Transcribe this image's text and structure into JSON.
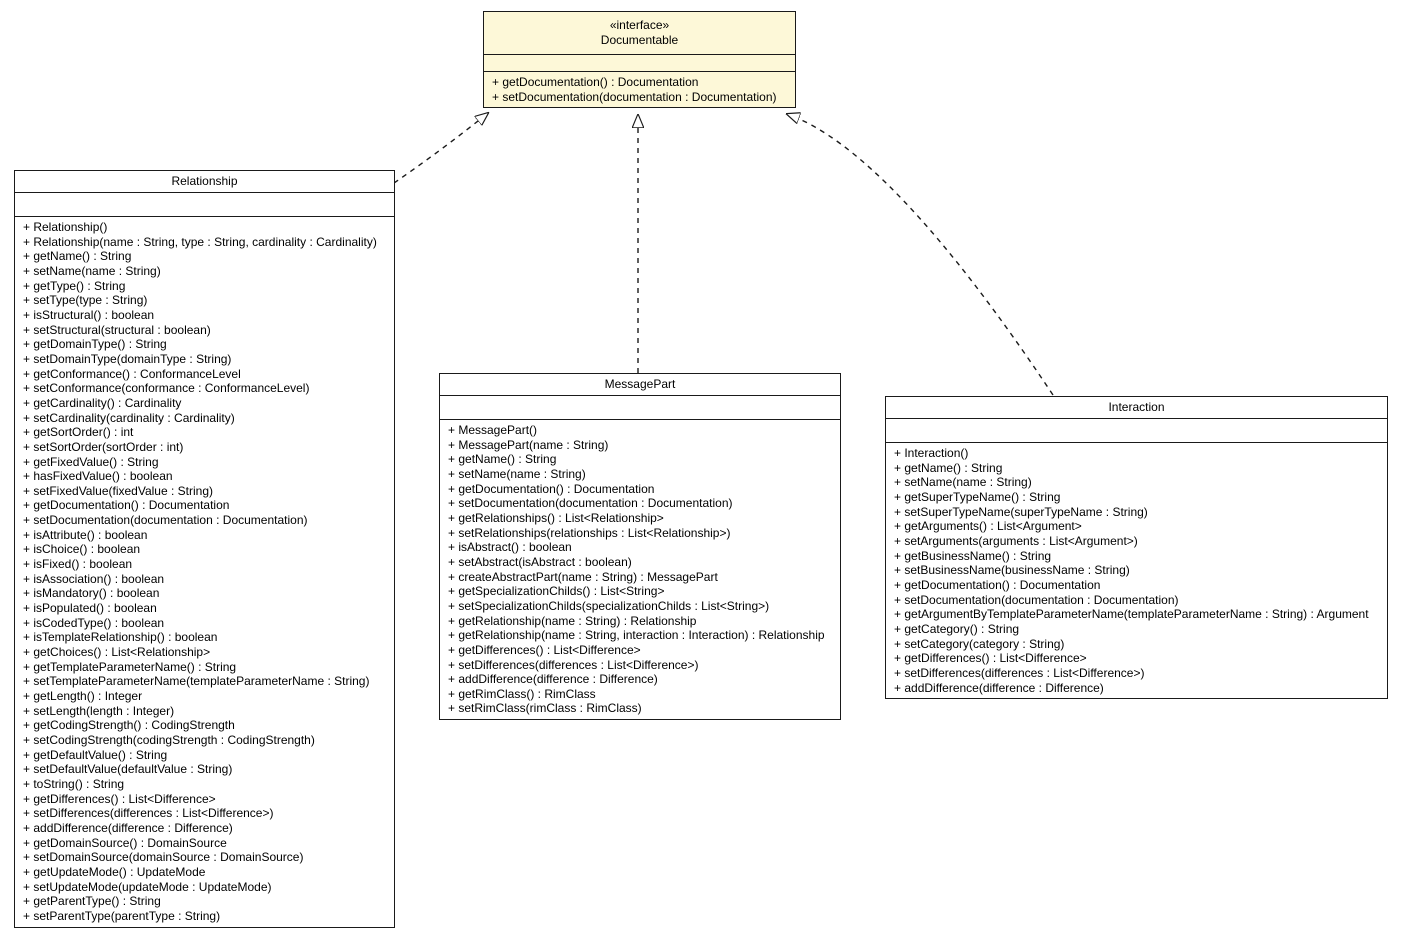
{
  "diagram": {
    "kind": "uml-class-diagram",
    "colors": {
      "interface_fill": "#FDF8D8",
      "class_fill": "#FFFFFF",
      "border": "#1A1A1A",
      "background": "#FFFFFF"
    }
  },
  "interface": {
    "stereotype": "«interface»",
    "name": "Documentable",
    "attributes": [],
    "methods": [
      "+ getDocumentation() : Documentation",
      "+ setDocumentation(documentation : Documentation)"
    ]
  },
  "classes": [
    {
      "name": "Relationship",
      "attributes": [],
      "methods": [
        "+ Relationship()",
        "+ Relationship(name : String, type : String, cardinality : Cardinality)",
        "+ getName() : String",
        "+ setName(name : String)",
        "+ getType() : String",
        "+ setType(type : String)",
        "+ isStructural() : boolean",
        "+ setStructural(structural : boolean)",
        "+ getDomainType() : String",
        "+ setDomainType(domainType : String)",
        "+ getConformance() : ConformanceLevel",
        "+ setConformance(conformance : ConformanceLevel)",
        "+ getCardinality() : Cardinality",
        "+ setCardinality(cardinality : Cardinality)",
        "+ getSortOrder() : int",
        "+ setSortOrder(sortOrder : int)",
        "+ getFixedValue() : String",
        "+ hasFixedValue() : boolean",
        "+ setFixedValue(fixedValue : String)",
        "+ getDocumentation() : Documentation",
        "+ setDocumentation(documentation : Documentation)",
        "+ isAttribute() : boolean",
        "+ isChoice() : boolean",
        "+ isFixed() : boolean",
        "+ isAssociation() : boolean",
        "+ isMandatory() : boolean",
        "+ isPopulated() : boolean",
        "+ isCodedType() : boolean",
        "+ isTemplateRelationship() : boolean",
        "+ getChoices() : List<Relationship>",
        "+ getTemplateParameterName() : String",
        "+ setTemplateParameterName(templateParameterName : String)",
        "+ getLength() : Integer",
        "+ setLength(length : Integer)",
        "+ getCodingStrength() : CodingStrength",
        "+ setCodingStrength(codingStrength : CodingStrength)",
        "+ getDefaultValue() : String",
        "+ setDefaultValue(defaultValue : String)",
        "+ toString() : String",
        "+ getDifferences() : List<Difference>",
        "+ setDifferences(differences : List<Difference>)",
        "+ addDifference(difference : Difference)",
        "+ getDomainSource() : DomainSource",
        "+ setDomainSource(domainSource : DomainSource)",
        "+ getUpdateMode() : UpdateMode",
        "+ setUpdateMode(updateMode : UpdateMode)",
        "+ getParentType() : String",
        "+ setParentType(parentType : String)"
      ]
    },
    {
      "name": "MessagePart",
      "attributes": [],
      "methods": [
        "+ MessagePart()",
        "+ MessagePart(name : String)",
        "+ getName() : String",
        "+ setName(name : String)",
        "+ getDocumentation() : Documentation",
        "+ setDocumentation(documentation : Documentation)",
        "+ getRelationships() : List<Relationship>",
        "+ setRelationships(relationships : List<Relationship>)",
        "+ isAbstract() : boolean",
        "+ setAbstract(isAbstract : boolean)",
        "+ createAbstractPart(name : String) : MessagePart",
        "+ getSpecializationChilds() : List<String>",
        "+ setSpecializationChilds(specializationChilds : List<String>)",
        "+ getRelationship(name : String) : Relationship",
        "+ getRelationship(name : String, interaction : Interaction) : Relationship",
        "+ getDifferences() : List<Difference>",
        "+ setDifferences(differences : List<Difference>)",
        "+ addDifference(difference : Difference)",
        "+ getRimClass() : RimClass",
        "+ setRimClass(rimClass : RimClass)"
      ]
    },
    {
      "name": "Interaction",
      "attributes": [],
      "methods": [
        "+ Interaction()",
        "+ getName() : String",
        "+ setName(name : String)",
        "+ getSuperTypeName() : String",
        "+ setSuperTypeName(superTypeName : String)",
        "+ getArguments() : List<Argument>",
        "+ setArguments(arguments : List<Argument>)",
        "+ getBusinessName() : String",
        "+ setBusinessName(businessName : String)",
        "+ getDocumentation() : Documentation",
        "+ setDocumentation(documentation : Documentation)",
        "+ getArgumentByTemplateParameterName(templateParameterName : String) : Argument",
        "+ getCategory() : String",
        "+ setCategory(category : String)",
        "+ getDifferences() : List<Difference>",
        "+ setDifferences(differences : List<Difference>)",
        "+ addDifference(difference : Difference)"
      ]
    }
  ],
  "relations": [
    {
      "from": "Relationship",
      "to": "Documentable",
      "type": "realization",
      "line": "dashed",
      "arrowhead": "hollow-triangle"
    },
    {
      "from": "MessagePart",
      "to": "Documentable",
      "type": "realization",
      "line": "dashed",
      "arrowhead": "hollow-triangle"
    },
    {
      "from": "Interaction",
      "to": "Documentable",
      "type": "realization",
      "line": "dashed",
      "arrowhead": "hollow-triangle"
    }
  ]
}
